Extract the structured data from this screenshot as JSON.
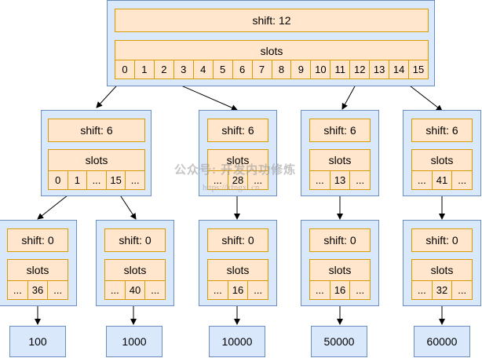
{
  "root": {
    "shift": "shift: 12",
    "slots_label": "slots",
    "cells": [
      "0",
      "1",
      "2",
      "3",
      "4",
      "5",
      "6",
      "7",
      "8",
      "9",
      "10",
      "11",
      "12",
      "13",
      "14",
      "15"
    ]
  },
  "level1": [
    {
      "shift": "shift: 6",
      "slots_label": "slots",
      "cells": [
        "0",
        "1",
        "...",
        "15",
        "..."
      ]
    },
    {
      "shift": "shift: 6",
      "slots_label": "slots",
      "cells": [
        "...",
        "28",
        "..."
      ]
    },
    {
      "shift": "shift: 6",
      "slots_label": "slots",
      "cells": [
        "...",
        "13",
        "..."
      ]
    },
    {
      "shift": "shift: 6",
      "slots_label": "slots",
      "cells": [
        "...",
        "41",
        "..."
      ]
    }
  ],
  "level2": [
    {
      "shift": "shift: 0",
      "slots_label": "slots",
      "cells": [
        "...",
        "36",
        "..."
      ]
    },
    {
      "shift": "shift: 0",
      "slots_label": "slots",
      "cells": [
        "...",
        "40",
        "..."
      ]
    },
    {
      "shift": "shift: 0",
      "slots_label": "slots",
      "cells": [
        "...",
        "16",
        "..."
      ]
    },
    {
      "shift": "shift: 0",
      "slots_label": "slots",
      "cells": [
        "...",
        "16",
        "..."
      ]
    },
    {
      "shift": "shift: 0",
      "slots_label": "slots",
      "cells": [
        "...",
        "32",
        "..."
      ]
    }
  ],
  "values": [
    "100",
    "1000",
    "10000",
    "50000",
    "60000"
  ],
  "watermark": {
    "text": "公众号: 开发内功修炼",
    "url": "https://kfngxl.cn"
  },
  "colors": {
    "node_fill": "#dae8fc",
    "node_border": "#6c8ebf",
    "field_fill": "#ffe6cc",
    "field_border": "#d79b00"
  }
}
